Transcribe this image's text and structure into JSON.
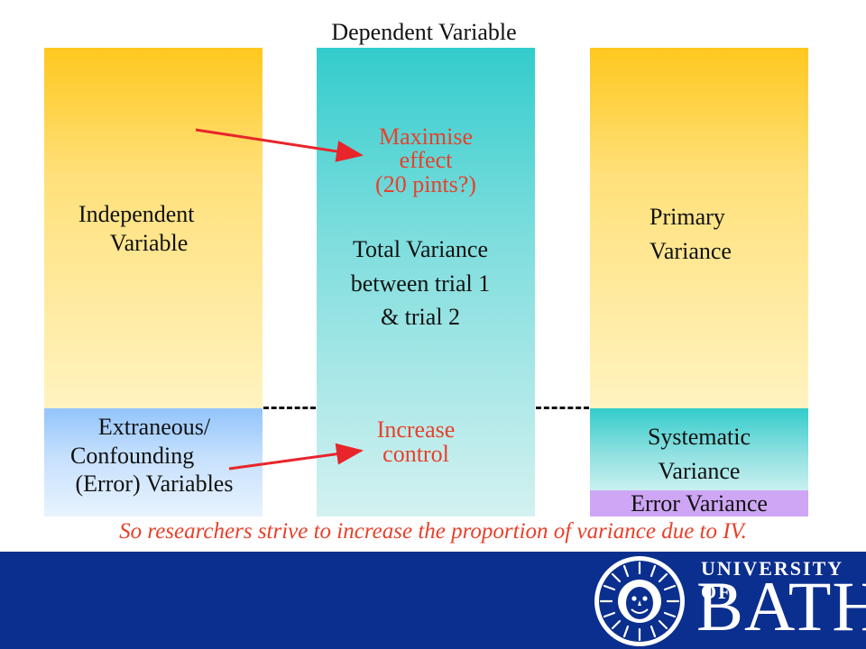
{
  "title": "Dependent Variable",
  "left_column": {
    "top_label": [
      "Independent",
      "Variable"
    ],
    "bottom_label": [
      "Extraneous/",
      "Confounding",
      "(Error) Variables"
    ]
  },
  "middle_column": {
    "effect_label": [
      "Maximise",
      "effect",
      "(20 pints?)"
    ],
    "main_label": [
      "Total Variance",
      "between trial 1",
      "& trial 2"
    ],
    "control_label": [
      "Increase",
      "control"
    ]
  },
  "right_column": {
    "top_label": [
      "Primary",
      "Variance"
    ],
    "middle_label": [
      "Systematic",
      "Variance"
    ],
    "bottom_label": "Error Variance"
  },
  "caption": "So researchers strive to increase the proportion of variance due to IV.",
  "footer": {
    "institution_line1": "UNIVERSITY OF",
    "institution_line2": "BATH"
  },
  "colors": {
    "orange_top": "#ffc81e",
    "orange_bottom": "#fff3c0",
    "teal_top": "#33cccc",
    "teal_bottom": "#d4f1f1",
    "blue_top": "#93c4fb",
    "blue_bottom": "#e8f3fe",
    "lavender": "#cfa6f5",
    "accent_red": "#e8402a",
    "footer_blue": "#0b2f8f"
  }
}
